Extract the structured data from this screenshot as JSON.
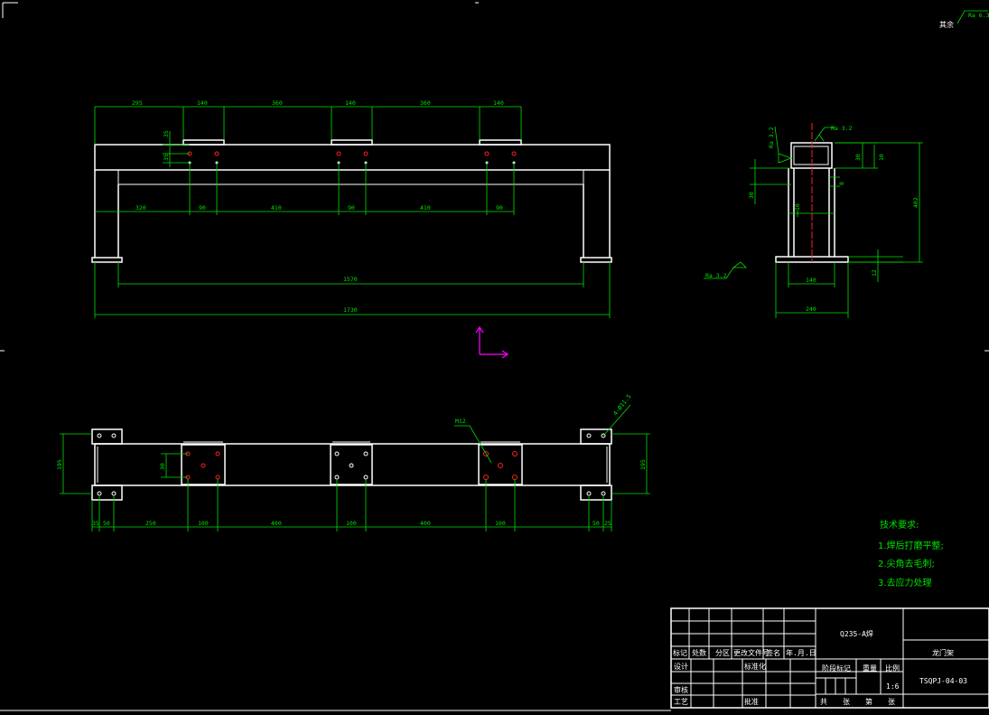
{
  "roughness_general": "Ra 6.3",
  "roughness_general_prefix": "其余",
  "front_view": {
    "top_dims": [
      "295",
      "140",
      "360",
      "140",
      "360",
      "140"
    ],
    "row_dims": [
      "320",
      "90",
      "410",
      "90",
      "410",
      "90"
    ],
    "left_small": [
      "35",
      "35"
    ],
    "overall_inner": "1570",
    "overall": "1730"
  },
  "side_view": {
    "rough_top": "Ra 3.2",
    "rough_left": "Ra 3.2",
    "rough_base": "Ra 3.2",
    "dims": [
      "30",
      "10",
      "8",
      "30",
      "10",
      "402",
      "140",
      "12",
      "240"
    ]
  },
  "plan_view": {
    "hole_label": "M12",
    "hole_label2": "4-Ø11.5",
    "bottom_dims": [
      "35",
      "50",
      "250",
      "100",
      "400",
      "100",
      "400",
      "100",
      "50",
      "25"
    ],
    "side_dims": [
      "195",
      "30",
      "195"
    ]
  },
  "notes": {
    "title": "技术要求:",
    "items": [
      "1.焊后打磨平整;",
      "2.尖角去毛刺;",
      "3.去应力处理"
    ]
  },
  "title_block": {
    "material": "Q235-A焊",
    "part_name": "龙门架",
    "drawing_no": "TSQPJ-04-03",
    "scale": "1:6",
    "head_labels": [
      "标记",
      "处数",
      "分区",
      "更改文件号",
      "签名",
      "年.月.日"
    ],
    "row_labels": [
      "设计",
      "标准化",
      "阶段标记",
      "重量",
      "比例",
      "审核",
      "工艺",
      "批准"
    ],
    "sheet_labels": [
      "共",
      "张",
      "第",
      "张"
    ]
  }
}
